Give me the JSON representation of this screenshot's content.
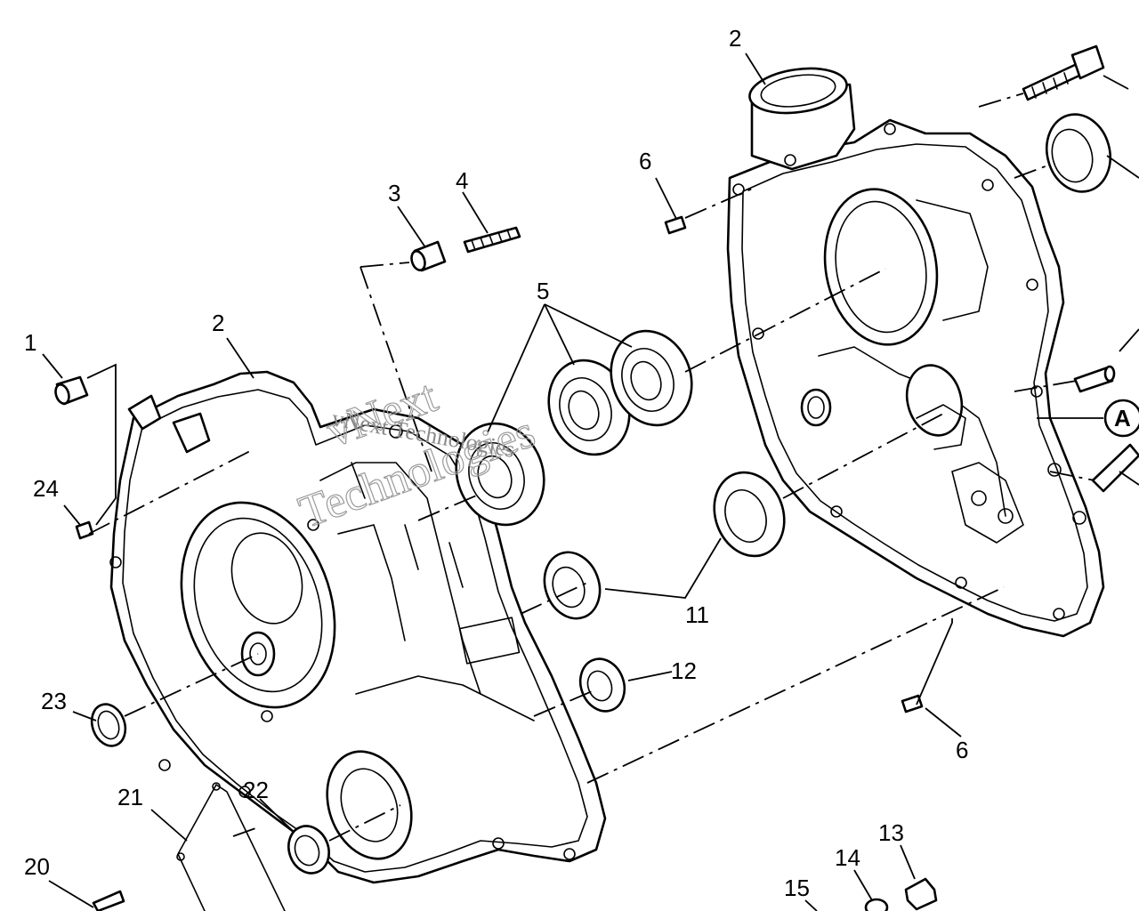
{
  "diagram": {
    "callouts": [
      {
        "label": "1"
      },
      {
        "label": "2"
      },
      {
        "label": "2"
      },
      {
        "label": "3"
      },
      {
        "label": "4"
      },
      {
        "label": "5"
      },
      {
        "label": "6"
      },
      {
        "label": "6"
      },
      {
        "label": "11"
      },
      {
        "label": "12"
      },
      {
        "label": "13"
      },
      {
        "label": "14"
      },
      {
        "label": "15"
      },
      {
        "label": "20"
      },
      {
        "label": "21"
      },
      {
        "label": "22"
      },
      {
        "label": "23"
      },
      {
        "label": "24"
      },
      {
        "label": "A"
      }
    ],
    "watermark": {
      "line1": "vNext",
      "line2": "Technologies",
      "small": "vNext Technologies"
    }
  }
}
